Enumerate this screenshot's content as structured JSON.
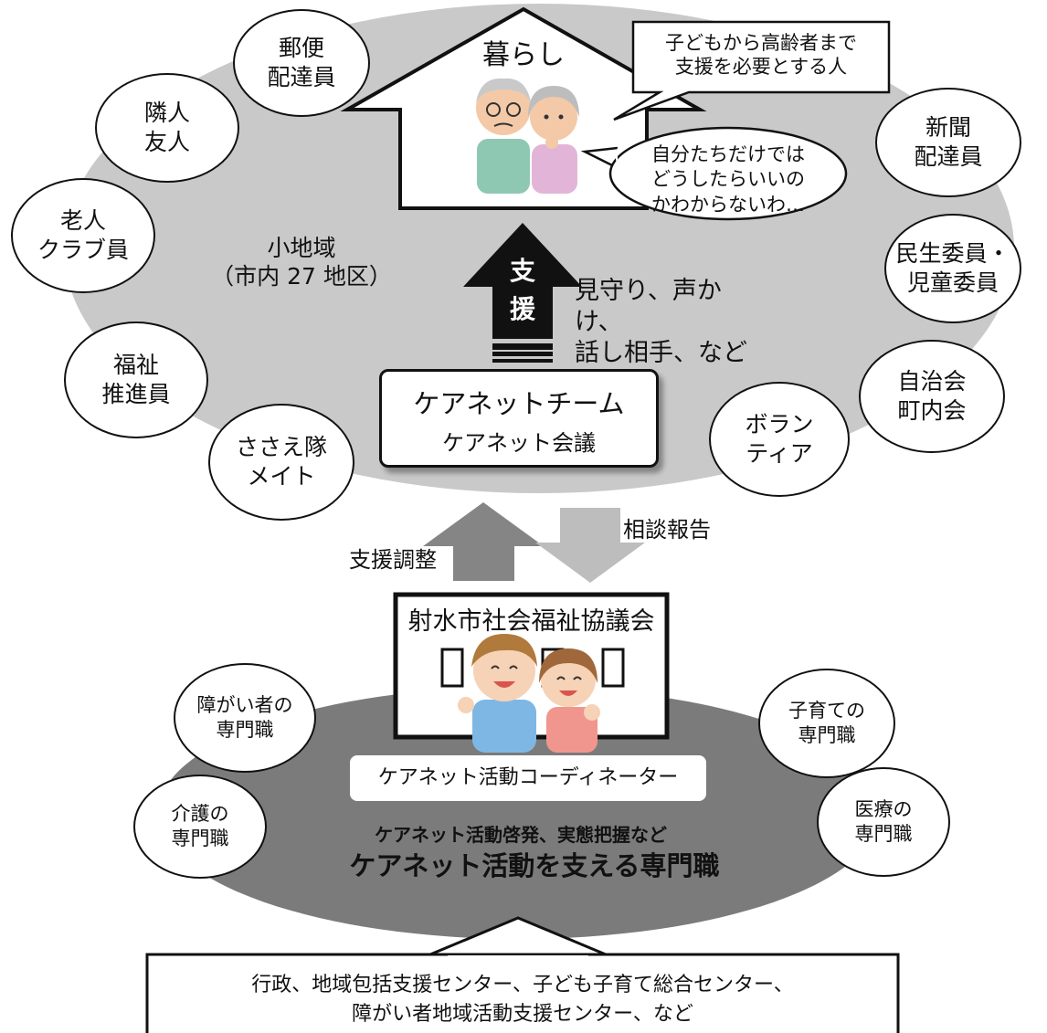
{
  "house": {
    "title": "暮らし",
    "callout_top": "子どもから高齢者まで\n支援を必要とする人",
    "callout_bubble": "自分たちだけでは\nどうしたらいいの\nかわからないわ…"
  },
  "area": {
    "label": "小地域\n（市内 27 地区）"
  },
  "support_arrow": {
    "label": "支\n援",
    "note": "見守り、声かけ、\n話し相手、など"
  },
  "team_box": {
    "title": "ケアネットチーム",
    "subtitle": "ケアネット会議"
  },
  "community_members": [
    "郵便\n配達員",
    "隣人\n友人",
    "老人\nクラブ員",
    "福祉\n推進員",
    "ささえ隊\nメイト",
    "新聞\n配達員",
    "民生委員・\n児童委員",
    "自治会\n町内会",
    "ボラン\nティア"
  ],
  "middle_arrows": {
    "up_label": "支援調整",
    "down_label": "相談報告"
  },
  "council": {
    "title": "射水市社会福祉協議会",
    "coordinator": "ケアネット活動コーディネーター"
  },
  "professionals": {
    "subtitle": "ケアネット活動啓発、実態把握など",
    "title": "ケアネット活動を支える専門職",
    "items": [
      "障がい者の\n専門職",
      "介護の\n専門職",
      "子育ての\n専門職",
      "医療の\n専門職"
    ]
  },
  "bottom_box": {
    "text": "行政、地域包括支援センター、子ども子育て総合センター、\n障がい者地域活動支援センター、など"
  },
  "colors": {
    "light_ellipse": "#c9c9c9",
    "dark_ellipse": "#7b7b7b",
    "up_arrow": "#858585",
    "down_arrow": "#bdbdbd",
    "black": "#111111"
  }
}
